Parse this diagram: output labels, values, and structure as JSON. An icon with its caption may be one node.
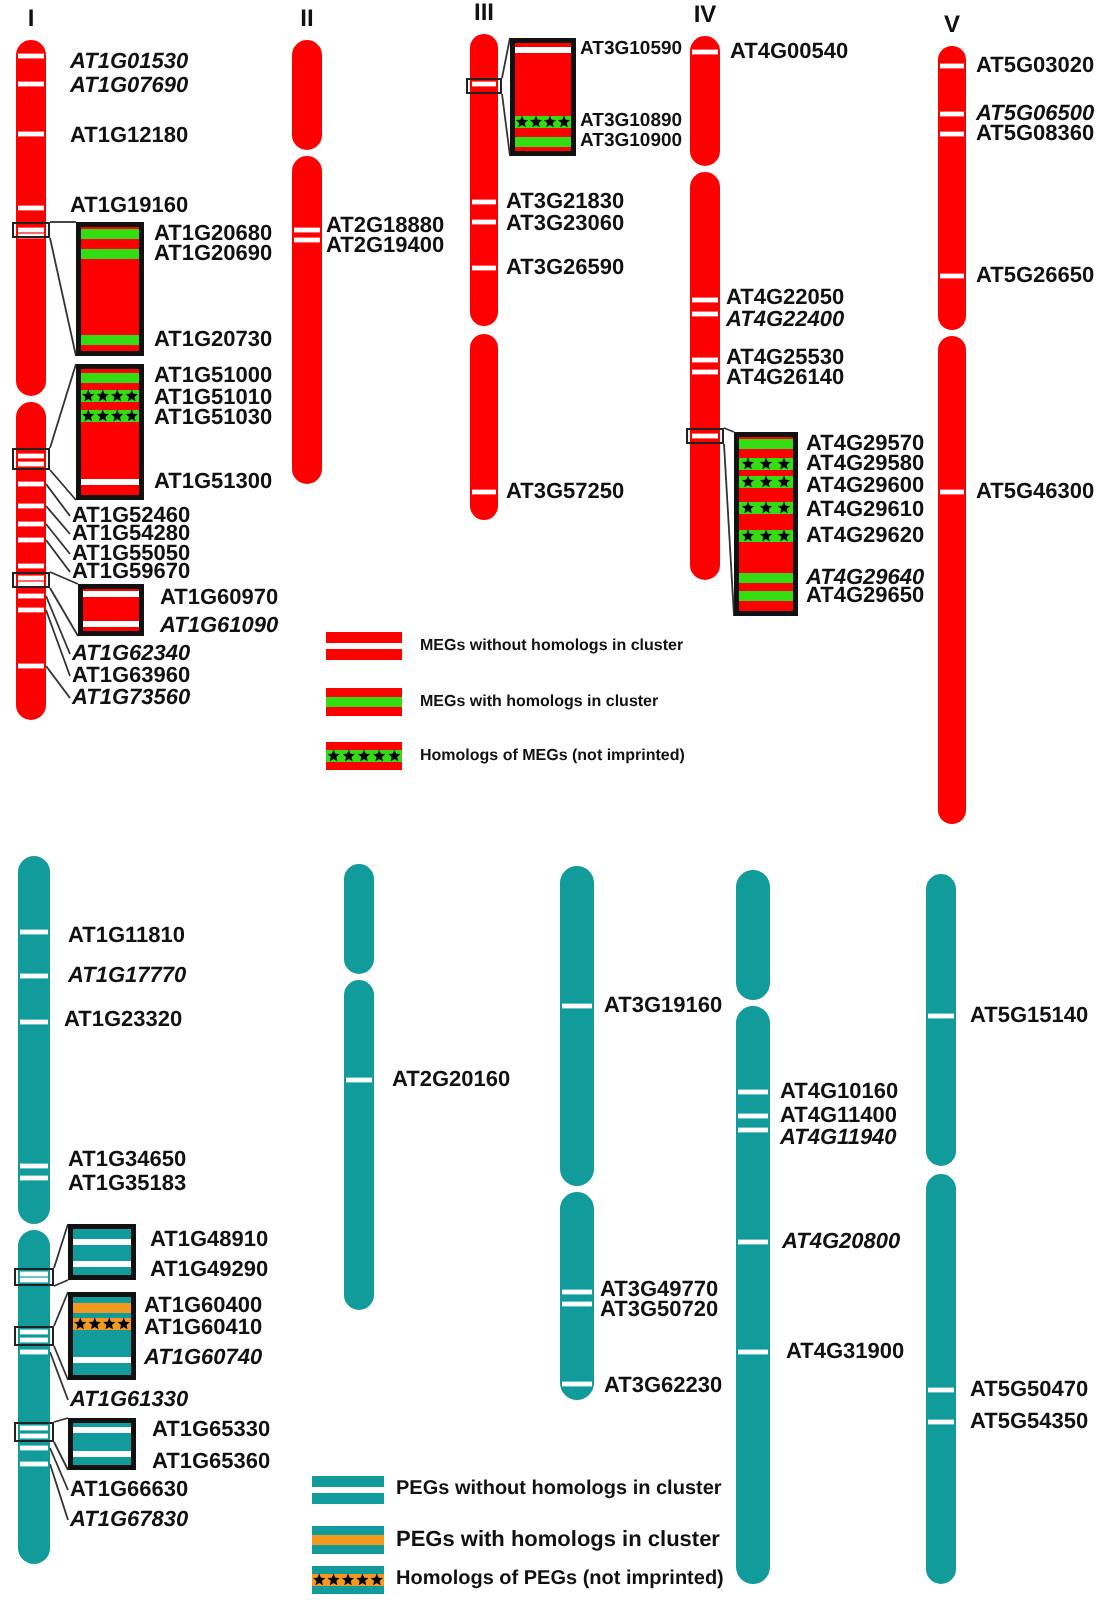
{
  "diagram": {
    "nodes": [
      {
        "text": [
          "I"
        ],
        "beside": [
          "AT1G01530",
          "AT1G07690",
          "AT1G12180"
        ]
      },
      {
        "text": [],
        "shape": "box"
      },
      {
        "text": [],
        "shape": "box"
      },
      {
        "text": [],
        "shape": "box"
      },
      {
        "text": [],
        "shape": "box",
        "beside": [
          "AT1G20680",
          "AT1G20690",
          "AT1G20730"
        ]
      },
      {
        "text": [],
        "shape": "box",
        "beside": [
          "AT1G51000",
          "AT1G51010",
          "AT1G51030",
          "AT1G51300"
        ]
      },
      {
        "text": [
          "AT1G52460"
        ]
      },
      {
        "text": [
          "AT1G54280"
        ]
      },
      {
        "text": [
          "AT1G55050"
        ]
      },
      {
        "text": [
          "AT1G59670"
        ]
      },
      {
        "text": [],
        "shape": "box",
        "beside": [
          "AT1G60970",
          "AT1G61090"
        ]
      },
      {
        "text": [
          "AT1G62340"
        ]
      },
      {
        "text": [
          "AT1G63960"
        ]
      },
      {
        "text": [
          "AT1G73560"
        ]
      },
      {
        "text": [
          "II"
        ],
        "beside": [
          "AT2G18880",
          "AT2G19400"
        ]
      },
      {
        "text": [
          "III"
        ],
        "beside": [
          "AT3G21830",
          "AT3G23060",
          "AT3G26590",
          "AT3G57250"
        ]
      },
      {
        "text": [],
        "shape": "box"
      },
      {
        "text": [],
        "shape": "box",
        "beside": [
          "AT3G10590",
          "AT3G10890",
          "AT3G10900"
        ]
      },
      {
        "text": [
          "IV"
        ],
        "beside": [
          "AT4G00540",
          "AT4G22050",
          "AT4G22400",
          "AT4G25530",
          "AT4G26140"
        ]
      },
      {
        "text": [],
        "shape": "box"
      },
      {
        "text": [],
        "shape": "box",
        "beside": [
          "AT4G29570",
          "AT4G29580",
          "AT4G29600",
          "AT4G29610",
          "AT4G29620",
          "AT4G29640",
          "AT4G29650"
        ]
      },
      {
        "text": [
          "V"
        ],
        "beside": [
          "AT5G03020",
          "AT5G06500",
          "AT5G08360",
          "AT5G26650",
          "AT5G46300"
        ]
      },
      {
        "text": [],
        "shape": "bar",
        "beside": [
          "AT1G11810",
          "AT1G17770",
          "AT1G23320",
          "AT1G34650",
          "AT1G35183"
        ]
      },
      {
        "text": [],
        "shape": "box"
      },
      {
        "text": [],
        "shape": "box"
      },
      {
        "text": [],
        "shape": "box"
      },
      {
        "text": [],
        "shape": "box",
        "beside": [
          "AT1G48910",
          "AT1G49290"
        ]
      },
      {
        "text": [],
        "shape": "box",
        "beside": [
          "AT1G60400",
          "AT1G60410",
          "AT1G60740"
        ]
      },
      {
        "text": [
          "AT1G61330"
        ]
      },
      {
        "text": [],
        "shape": "box",
        "beside": [
          "AT1G65330",
          "AT1G65360"
        ]
      },
      {
        "text": [
          "AT1G66630"
        ]
      },
      {
        "text": [
          "AT1G67830"
        ]
      },
      {
        "text": [],
        "shape": "bar",
        "beside": [
          "AT2G20160"
        ]
      },
      {
        "text": [],
        "shape": "bar",
        "beside": [
          "AT3G19160",
          "AT3G49770",
          "AT3G50720",
          "AT3G62230"
        ]
      },
      {
        "text": [],
        "shape": "bar",
        "beside": [
          "AT4G10160",
          "AT4G11400",
          "AT4G11940",
          "AT4G20800",
          "AT4G31900"
        ]
      },
      {
        "text": [],
        "shape": "bar",
        "beside": [
          "AT5G15140",
          "AT5G50470",
          "AT5G54350"
        ]
      }
    ],
    "edges": [
      {
        "from": 1,
        "to": 4,
        "arrow": "none"
      },
      {
        "from": 1,
        "to": 4,
        "arrow": "none"
      },
      {
        "from": 2,
        "to": 5,
        "arrow": "none"
      },
      {
        "from": 2,
        "to": 5,
        "arrow": "none"
      },
      {
        "from": 6,
        "to": 0,
        "arrow": "none"
      },
      {
        "from": 7,
        "to": 0,
        "arrow": "none"
      },
      {
        "from": 8,
        "to": 0,
        "arrow": "none"
      },
      {
        "from": 9,
        "to": 0,
        "arrow": "none"
      },
      {
        "from": 3,
        "to": 10,
        "arrow": "none"
      },
      {
        "from": 3,
        "to": 10,
        "arrow": "none"
      },
      {
        "from": 11,
        "to": 0,
        "arrow": "none"
      },
      {
        "from": 12,
        "to": 0,
        "arrow": "none"
      },
      {
        "from": 13,
        "to": 0,
        "arrow": "none"
      },
      {
        "from": 16,
        "to": 17,
        "arrow": "none"
      },
      {
        "from": 16,
        "to": 17,
        "arrow": "none"
      },
      {
        "from": 19,
        "to": 20,
        "arrow": "none"
      },
      {
        "from": 19,
        "to": 20,
        "arrow": "none"
      },
      {
        "from": 23,
        "to": 26,
        "arrow": "none"
      },
      {
        "from": 23,
        "to": 26,
        "arrow": "none"
      },
      {
        "from": 24,
        "to": 27,
        "arrow": "none"
      },
      {
        "from": 24,
        "to": 27,
        "arrow": "none"
      },
      {
        "from": 28,
        "to": 22,
        "arrow": "none"
      },
      {
        "from": 25,
        "to": 29,
        "arrow": "none"
      },
      {
        "from": 25,
        "to": 29,
        "arrow": "none"
      },
      {
        "from": 30,
        "to": 22,
        "arrow": "none"
      },
      {
        "from": 31,
        "to": 22,
        "arrow": "none"
      }
    ],
    "labels": [
      "AT1G19160"
    ],
    "legend": [
      {
        "text": "MEGs without homologs in cluster"
      },
      {
        "text": "MEGs with homologs in cluster"
      },
      {
        "text": "Homologs of MEGs (not imprinted)"
      },
      {
        "text": "PEGs without homologs in cluster"
      },
      {
        "text": "PEGs with homologs in cluster"
      },
      {
        "text": "Homologs of PEGs (not imprinted)"
      }
    ]
  }
}
